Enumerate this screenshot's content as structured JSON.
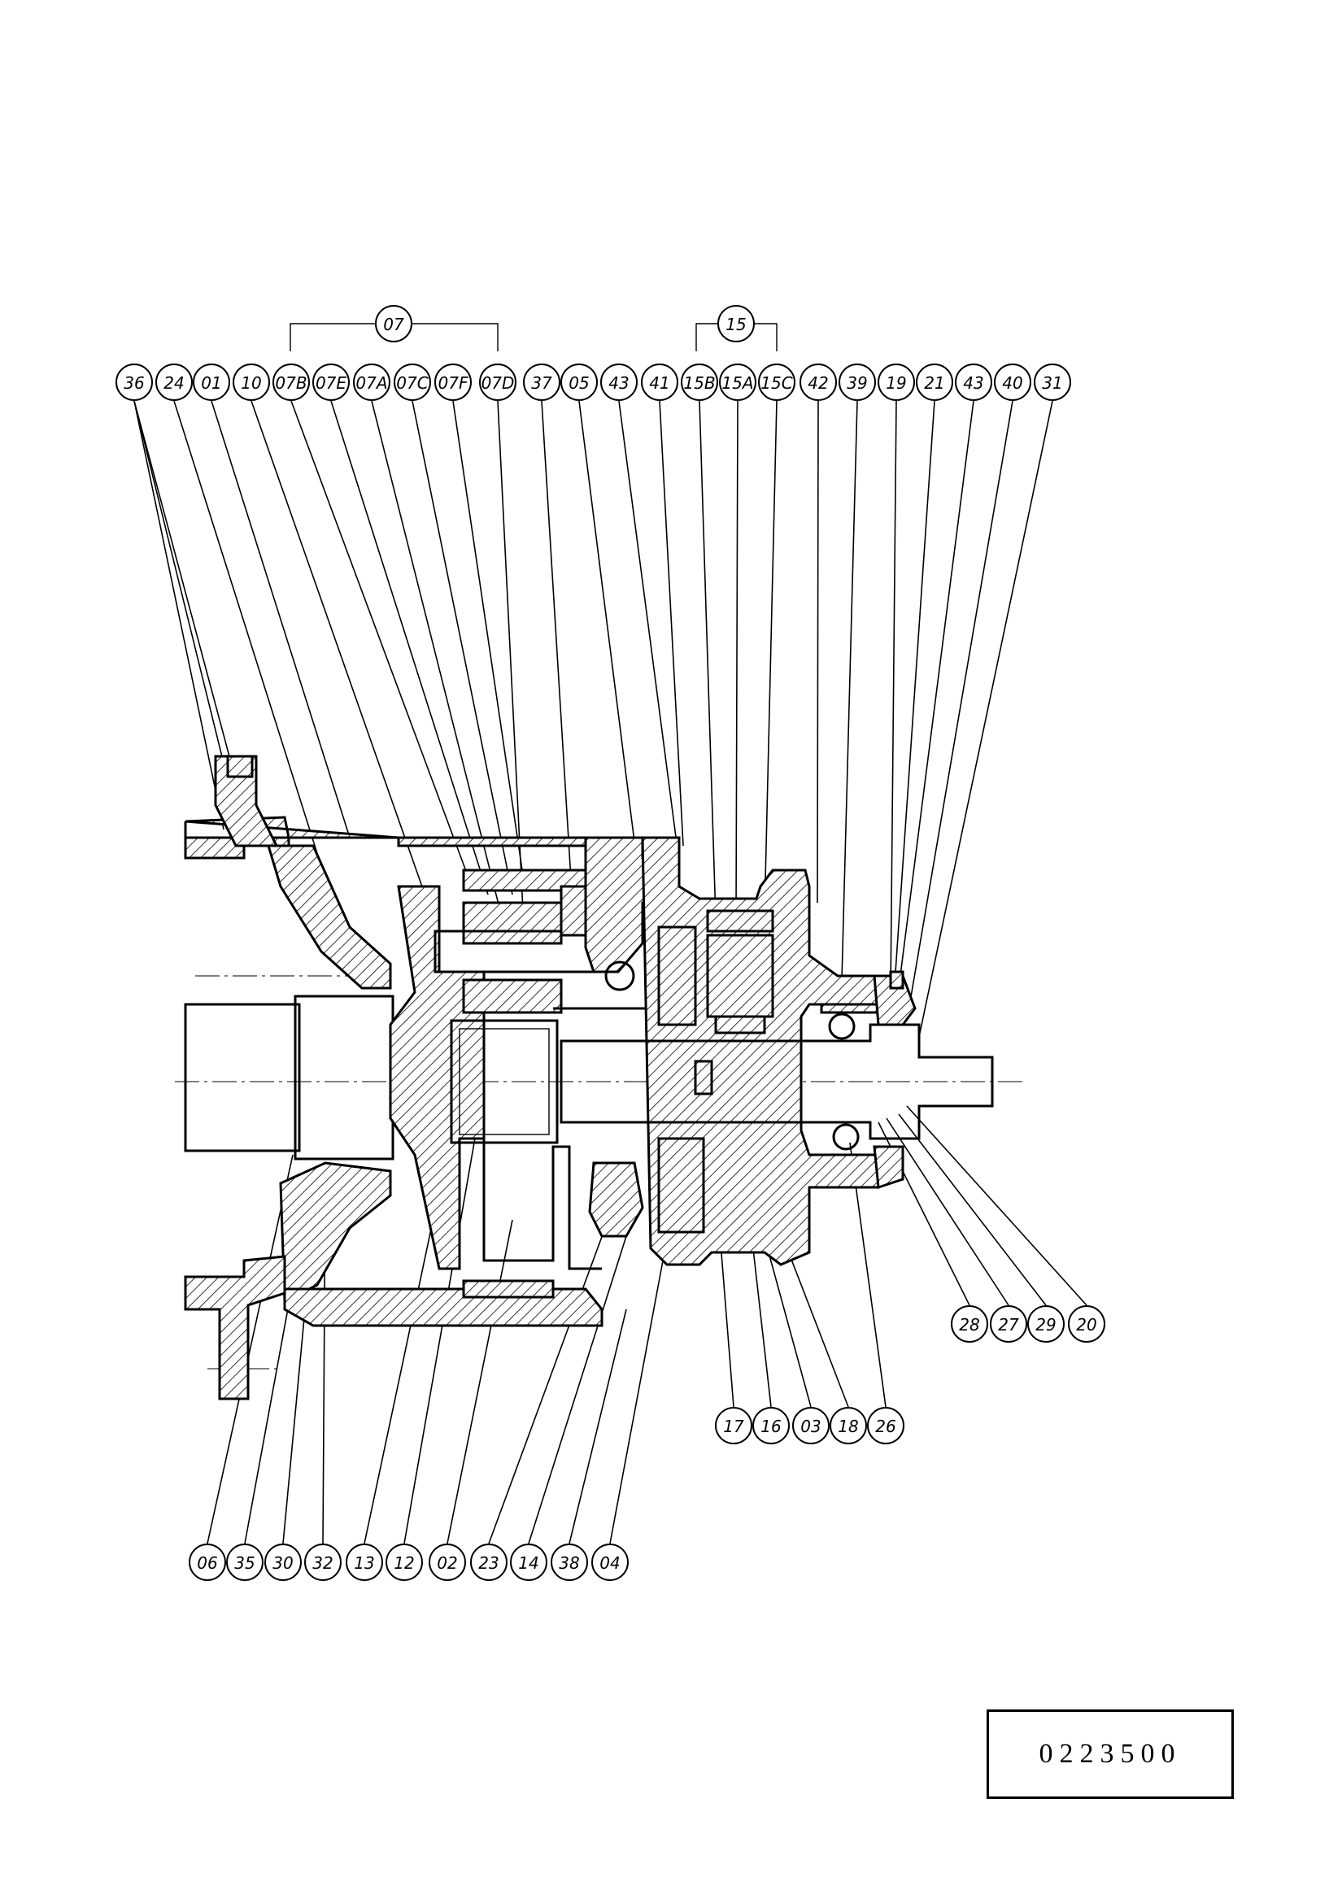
{
  "groups": [
    {
      "label": "07"
    },
    {
      "label": "15"
    }
  ],
  "top_labels": [
    "36",
    "24",
    "01",
    "10",
    "07B",
    "07E",
    "07A",
    "07C",
    "07F",
    "07D",
    "37",
    "05",
    "43",
    "41",
    "15B",
    "15A",
    "15C",
    "42",
    "39",
    "19",
    "21",
    "43",
    "40",
    "31"
  ],
  "right_labels": [
    "28",
    "27",
    "29",
    "20"
  ],
  "middle_labels": [
    "17",
    "16",
    "03",
    "18",
    "26"
  ],
  "bottom_labels": [
    "06",
    "35",
    "30",
    "32",
    "13",
    "12",
    "02",
    "23",
    "14",
    "38",
    "04"
  ],
  "drawing_number": "0223500"
}
